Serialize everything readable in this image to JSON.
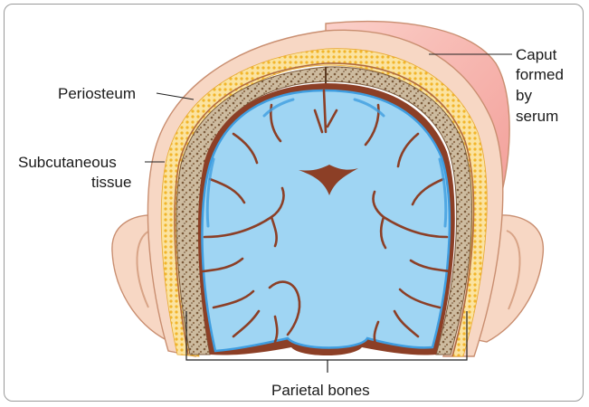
{
  "labels": {
    "caput": [
      "Caput",
      "formed",
      "by",
      "serum"
    ],
    "periosteum": "Periosteum",
    "subcutaneous": [
      "Subcutaneous",
      "tissue"
    ],
    "parietal": "Parietal bones"
  },
  "colors": {
    "skin": "#f7d7c4",
    "skin_edge": "#d08a6a",
    "fat": "#f6c343",
    "bone": "#c9b79c",
    "bone_dark": "#7a5a3c",
    "dura": "#8c3f26",
    "brain": "#9fd5f3",
    "brain_dark": "#3e9de0",
    "caput": "#f7b7b0"
  }
}
